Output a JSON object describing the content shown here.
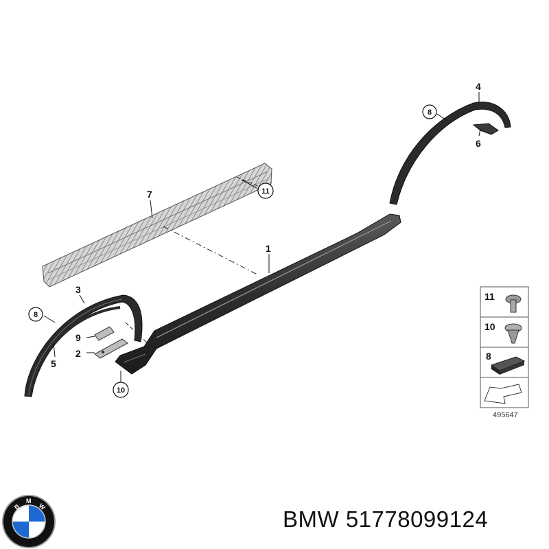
{
  "diagram": {
    "callouts": {
      "p1": "1",
      "p2": "2",
      "p3": "3",
      "p4": "4",
      "p5": "5",
      "p6": "6",
      "p7": "7",
      "p9": "9",
      "c8_front": "8",
      "c8_rear": "8",
      "c10": "10",
      "c11": "11"
    },
    "legend": {
      "items": [
        "11",
        "10",
        "8"
      ],
      "drawing_number": "495647"
    }
  },
  "brand": {
    "logo_letters": [
      "B",
      "M",
      "W"
    ],
    "colors": {
      "blue": "#1c69d4",
      "black": "#111111",
      "silver": "#c8c8c8"
    }
  },
  "caption": {
    "text": "BMW 51778099124"
  }
}
